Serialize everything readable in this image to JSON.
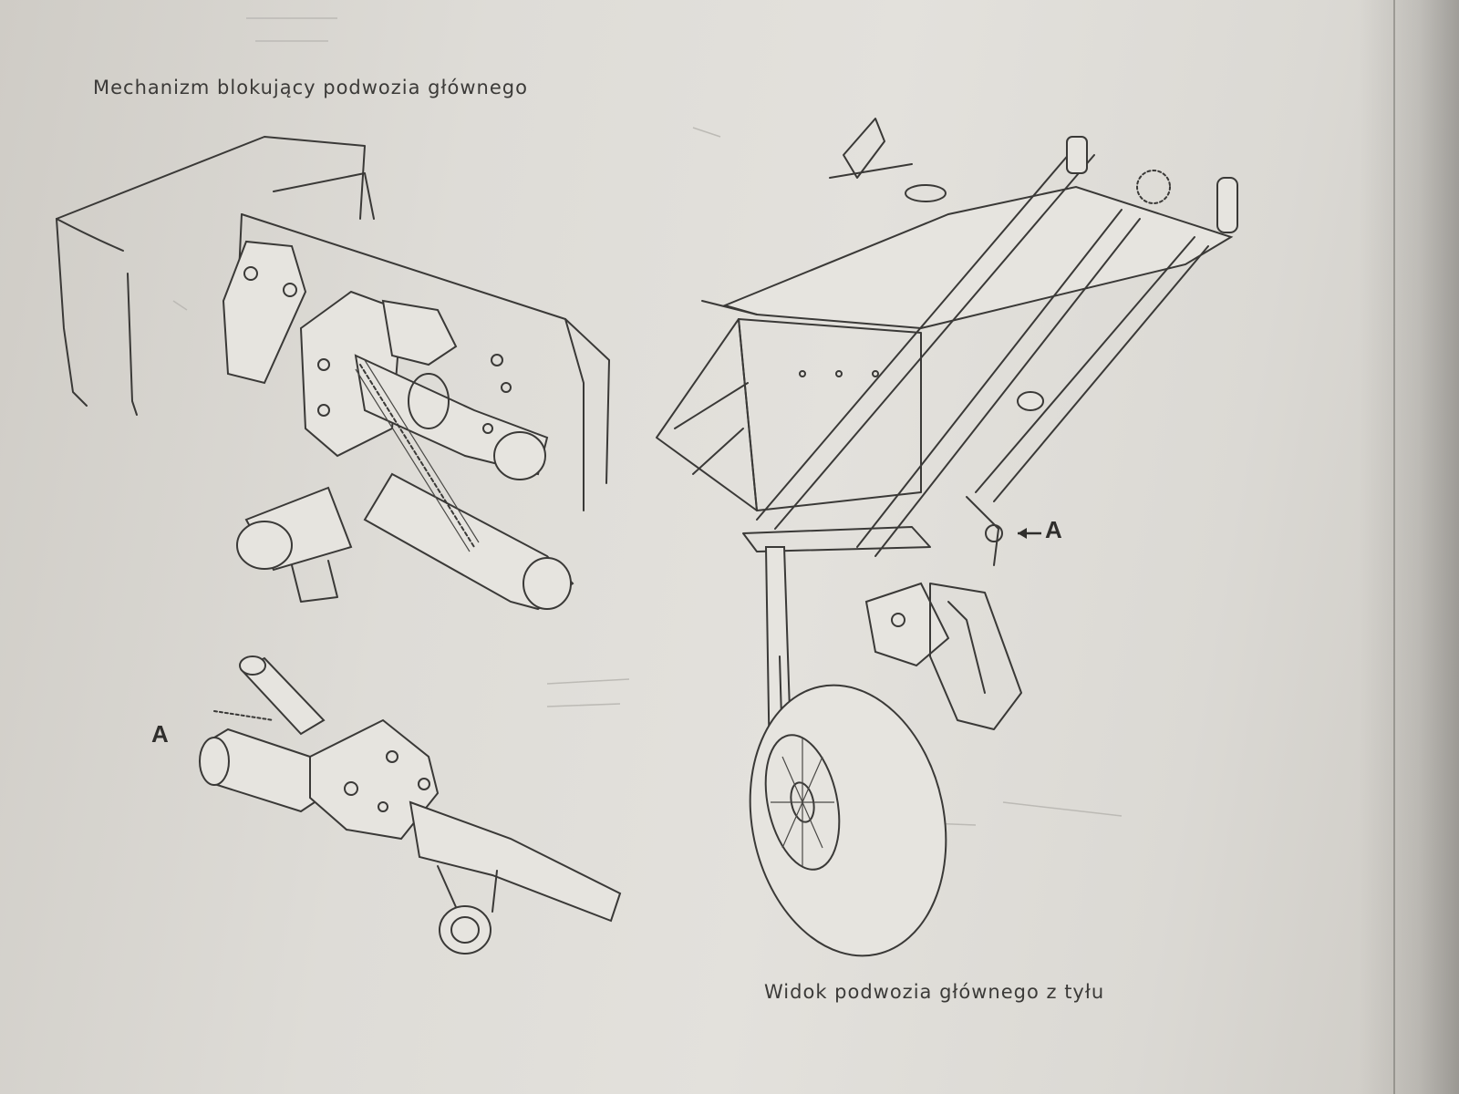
{
  "captions": {
    "top": "Mechanizm blokujący podwozia głównego",
    "bottom": "Widok podwozia głównego z tyłu"
  },
  "labels": {
    "detail_a": "A",
    "view_a": "A"
  },
  "colors": {
    "paper": "#e3e1dc",
    "ink": "#3a3937"
  }
}
